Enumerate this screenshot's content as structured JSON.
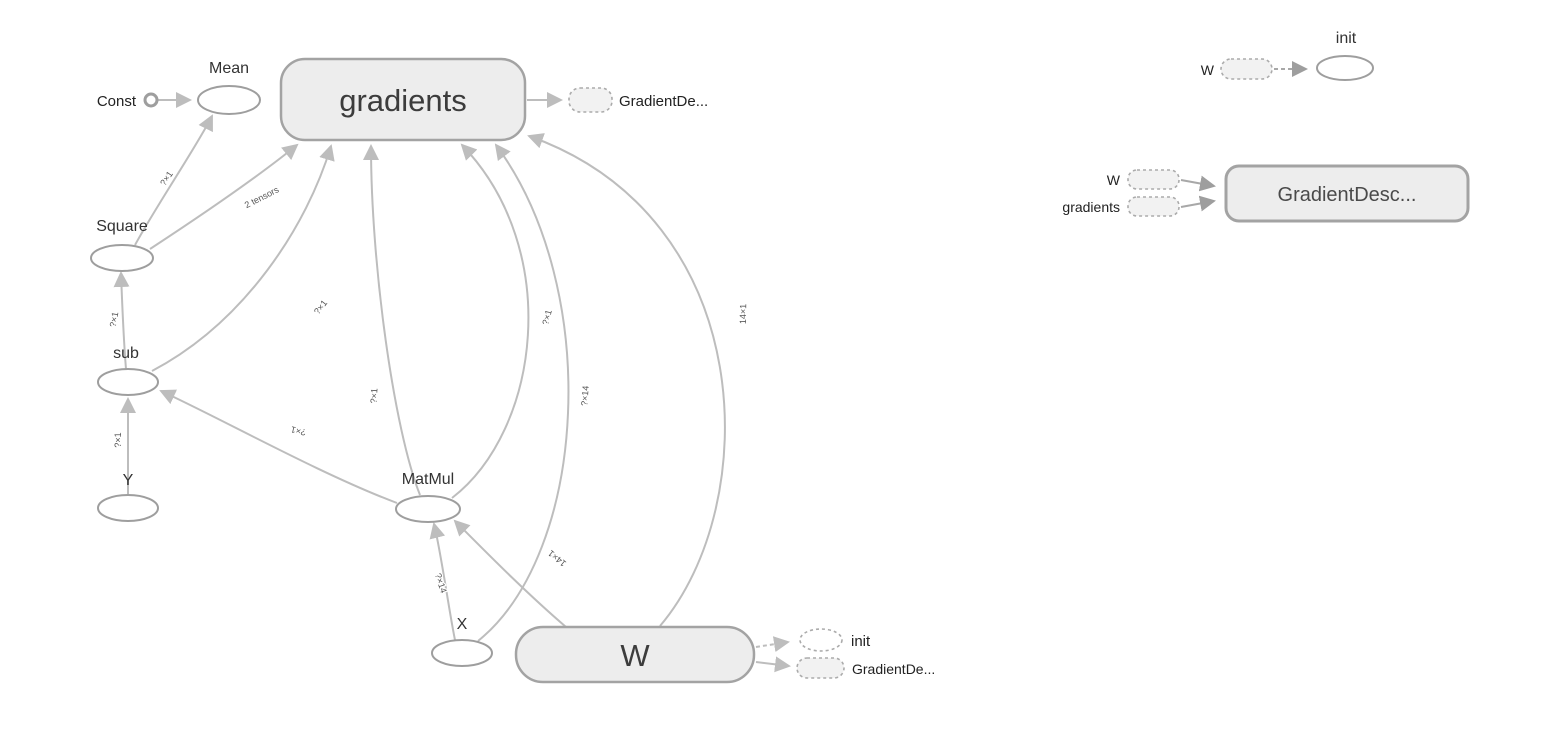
{
  "colors": {
    "node_fill": "#ededed",
    "node_stroke": "#a3a3a3",
    "op_fill": "#ffffff",
    "edge": "#bdbdbd",
    "text": "#333333",
    "edge_label": "#555555"
  },
  "main_graph": {
    "nodes": {
      "const": "Const",
      "mean": "Mean",
      "gradients": "gradients",
      "square": "Square",
      "sub": "sub",
      "y": "Y",
      "matmul": "MatMul",
      "x": "X",
      "w": "W"
    },
    "node_outputs": {
      "gradients_gd": "GradientDe...",
      "w_init": "init",
      "w_gd": "GradientDe..."
    },
    "edge_labels": {
      "square_to_mean": "?×1",
      "square_to_gradients": "2 tensors",
      "sub_to_square": "?×1",
      "sub_to_gradients": "?×1",
      "matmul_to_gradients_a": "?×1",
      "matmul_to_gradients_b": "?×1",
      "x_to_gradients": "?×14",
      "w_to_gradients": "14×1",
      "y_to_sub": "?×1",
      "matmul_to_sub": "?×1",
      "x_to_matmul": "?×14",
      "w_to_matmul": "14×1"
    }
  },
  "aux_graph": {
    "init": {
      "title": "init",
      "input_w": "W"
    },
    "gradient_descent": {
      "title": "GradientDesc...",
      "input_w": "W",
      "input_gradients": "gradients"
    }
  }
}
